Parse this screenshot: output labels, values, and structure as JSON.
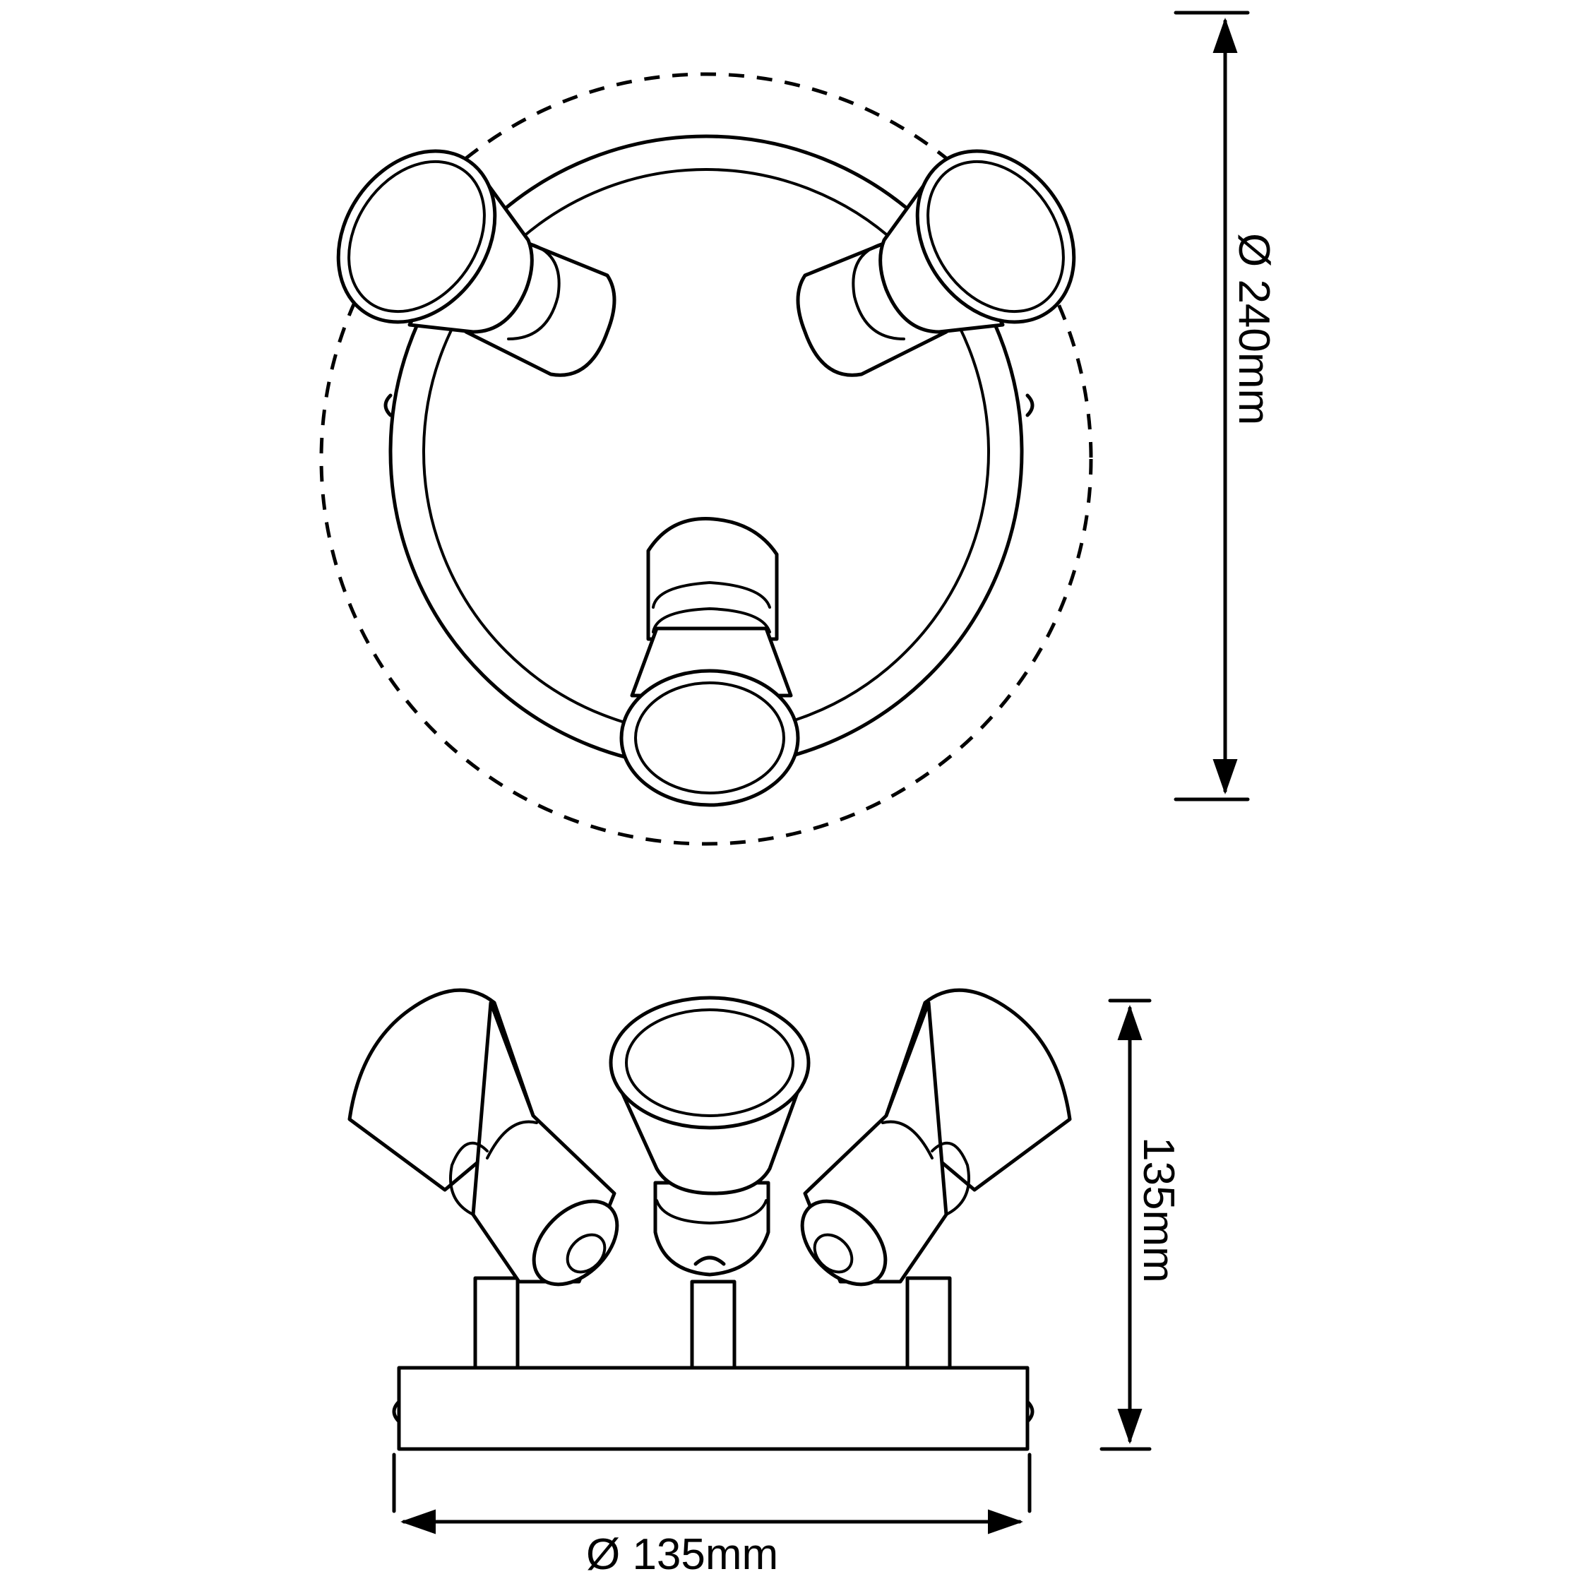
{
  "dimensions": {
    "top_diameter": "Ø 240mm",
    "side_height": "135mm",
    "bottom_diameter": "Ø 135mm"
  }
}
